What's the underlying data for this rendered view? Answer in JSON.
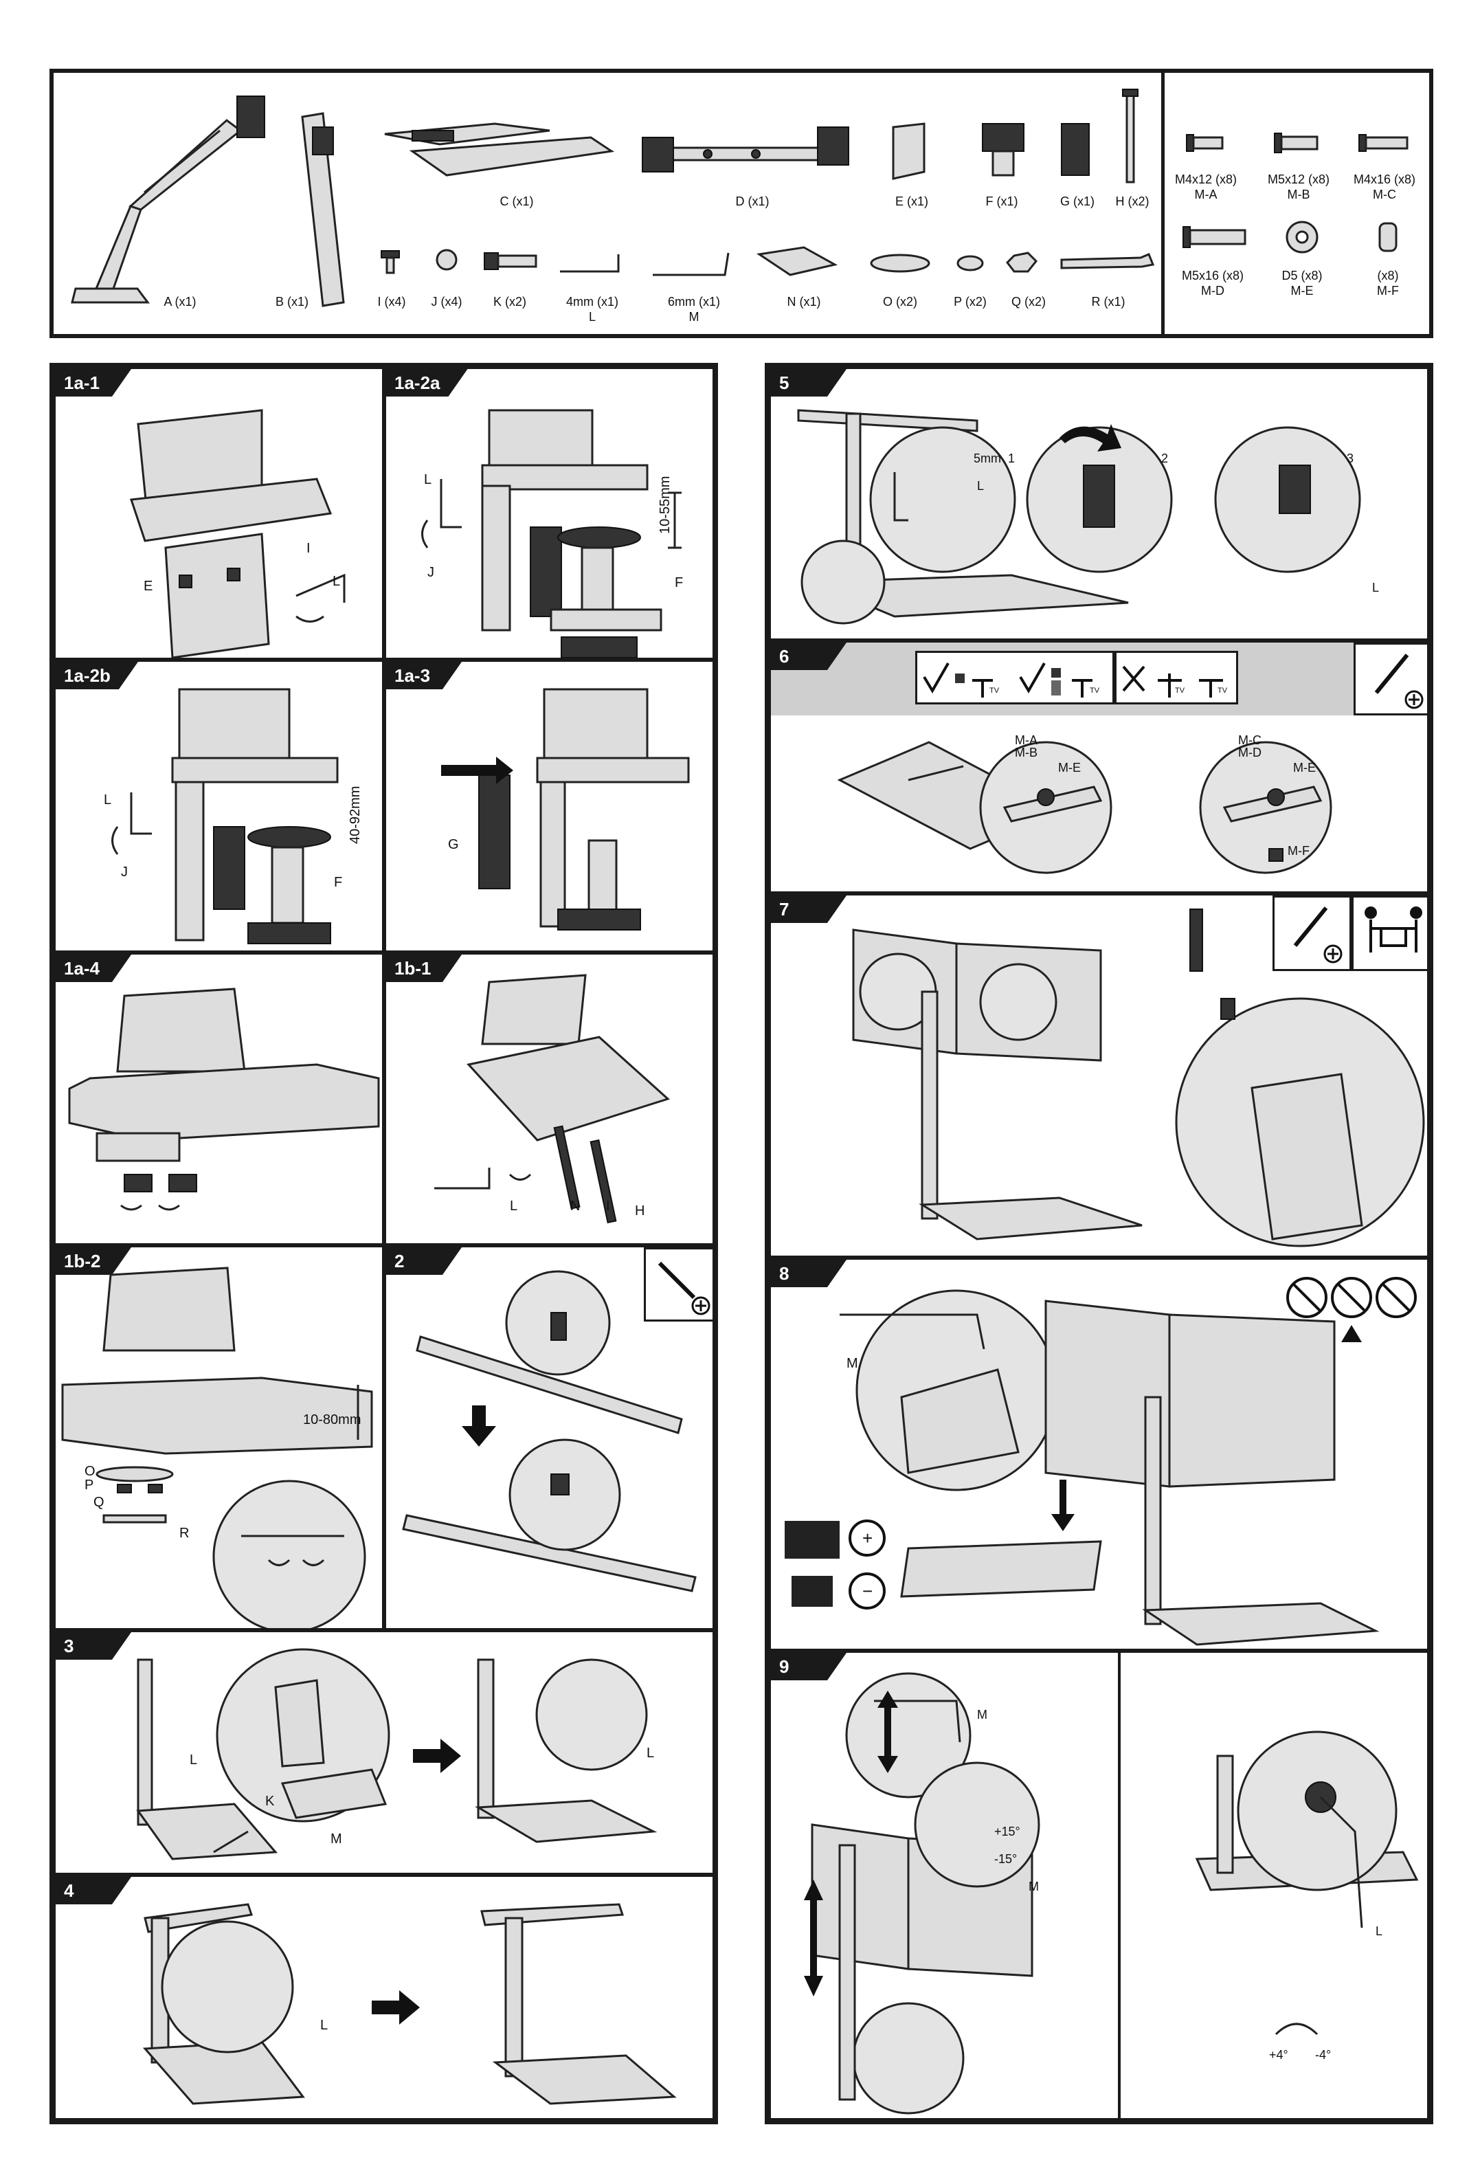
{
  "parts": [
    {
      "id": "A",
      "label": "A (x1)"
    },
    {
      "id": "B",
      "label": "B (x1)"
    },
    {
      "id": "C",
      "label": "C (x1)"
    },
    {
      "id": "D",
      "label": "D (x1)"
    },
    {
      "id": "E",
      "label": "E (x1)"
    },
    {
      "id": "F",
      "label": "F (x1)"
    },
    {
      "id": "G",
      "label": "G (x1)"
    },
    {
      "id": "H",
      "label": "H (x2)"
    },
    {
      "id": "I",
      "label": "I (x4)"
    },
    {
      "id": "J",
      "label": "J (x4)"
    },
    {
      "id": "K",
      "label": "K (x2)"
    },
    {
      "id": "L",
      "label": "4mm (x1)",
      "sub": "L"
    },
    {
      "id": "M",
      "label": "6mm (x1)",
      "sub": "M"
    },
    {
      "id": "N",
      "label": "N (x1)"
    },
    {
      "id": "O",
      "label": "O (x2)"
    },
    {
      "id": "P",
      "label": "P (x2)"
    },
    {
      "id": "Q",
      "label": "Q (x2)"
    },
    {
      "id": "R",
      "label": "R (x1)"
    }
  ],
  "screws": [
    {
      "label": "M4x12 (x8)",
      "sub": "M-A"
    },
    {
      "label": "M5x12 (x8)",
      "sub": "M-B"
    },
    {
      "label": "M4x16 (x8)",
      "sub": "M-C"
    },
    {
      "label": "M5x16 (x8)",
      "sub": "M-D"
    },
    {
      "label": "D5 (x8)",
      "sub": "M-E"
    },
    {
      "label": "(x8)",
      "sub": "M-F"
    }
  ],
  "steps": {
    "s1a1": "1a-1",
    "s1a2a": "1a-2a",
    "s1a2b": "1a-2b",
    "s1a3": "1a-3",
    "s1a4": "1a-4",
    "s1b1": "1b-1",
    "s1b2": "1b-2",
    "s2": "2",
    "s3": "3",
    "s4": "4",
    "s5": "5",
    "s6": "6",
    "s7": "7",
    "s8": "8",
    "s9": "9"
  },
  "callouts": {
    "E": "E",
    "I": "I",
    "L": "L",
    "J": "J",
    "F": "F",
    "G": "G",
    "N": "N",
    "H": "H",
    "O": "O",
    "P": "P",
    "Q": "Q",
    "R": "R",
    "M": "M",
    "K": "K",
    "range_a": "10-55mm",
    "range_b": "40-92mm",
    "range_c": "10-80mm",
    "hex5": "5mm",
    "n1": "1",
    "n2": "2",
    "n3": "3",
    "ma": "M-A",
    "mb": "M-B",
    "me": "M-E",
    "mc": "M-C",
    "md": "M-D",
    "mf": "M-F",
    "tilt_up": "+15°",
    "tilt_down": "-15°",
    "rot_pos": "+4°",
    "rot_neg": "-4°",
    "tv": "TV",
    "plus": "+",
    "minus": "−"
  }
}
